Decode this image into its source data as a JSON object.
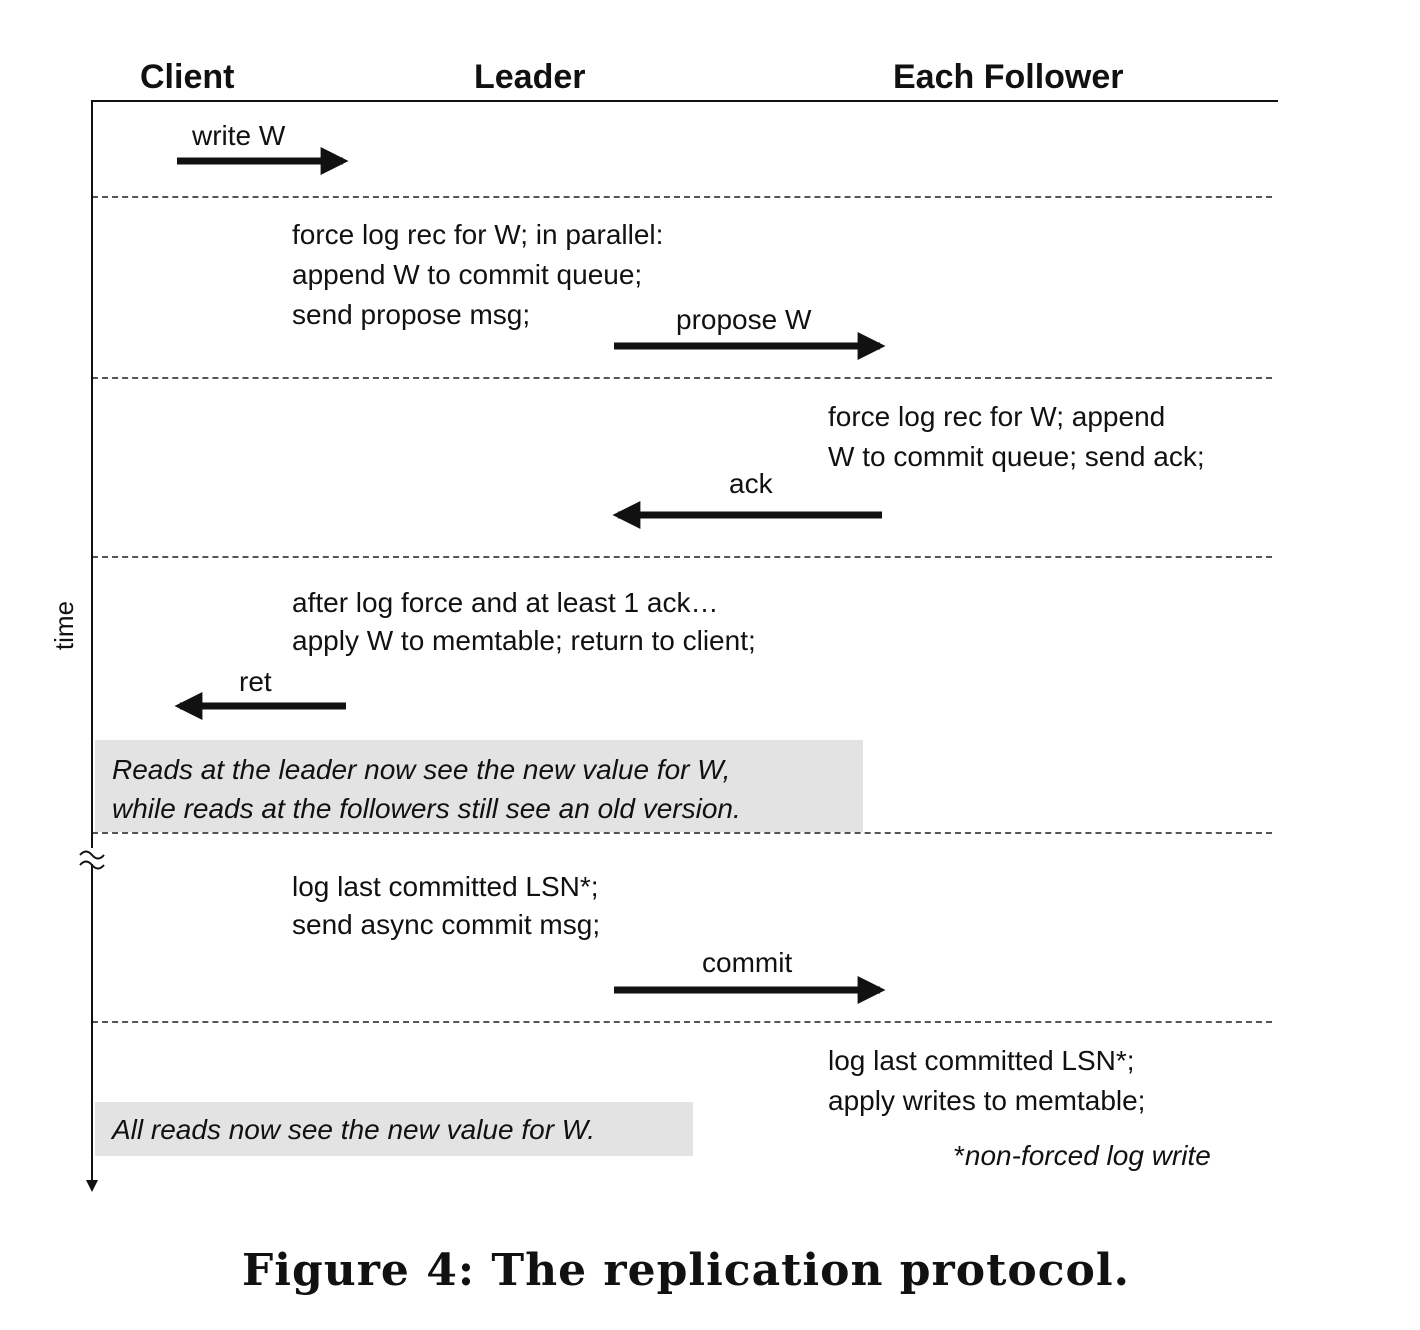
{
  "headers": {
    "client": "Client",
    "leader": "Leader",
    "follower": "Each Follower"
  },
  "time_label": "time",
  "messages": {
    "write": "write W",
    "propose": "propose W",
    "ack": "ack",
    "ret": "ret",
    "commit": "commit"
  },
  "steps": {
    "leader_force": [
      "force log rec for W; in parallel:",
      "append W to commit queue;",
      "send propose msg;"
    ],
    "follower_force": [
      "force log rec for W; append",
      "W to commit queue; send ack;"
    ],
    "leader_apply": [
      "after log force and at least 1 ack…",
      "apply W to memtable; return to client;"
    ],
    "leader_commit": [
      "log last committed LSN*;",
      "send async commit msg;"
    ],
    "follower_commit": [
      "log last committed LSN*;",
      "apply writes to memtable;"
    ]
  },
  "notes": {
    "partial": [
      "Reads at the leader now see the new value for W,",
      "while reads at the followers still see an old version."
    ],
    "all": "All reads now see the new value for W."
  },
  "footnote": {
    "star": "*",
    "text": "non-forced log write"
  },
  "caption": "Figure 4: The replication protocol."
}
